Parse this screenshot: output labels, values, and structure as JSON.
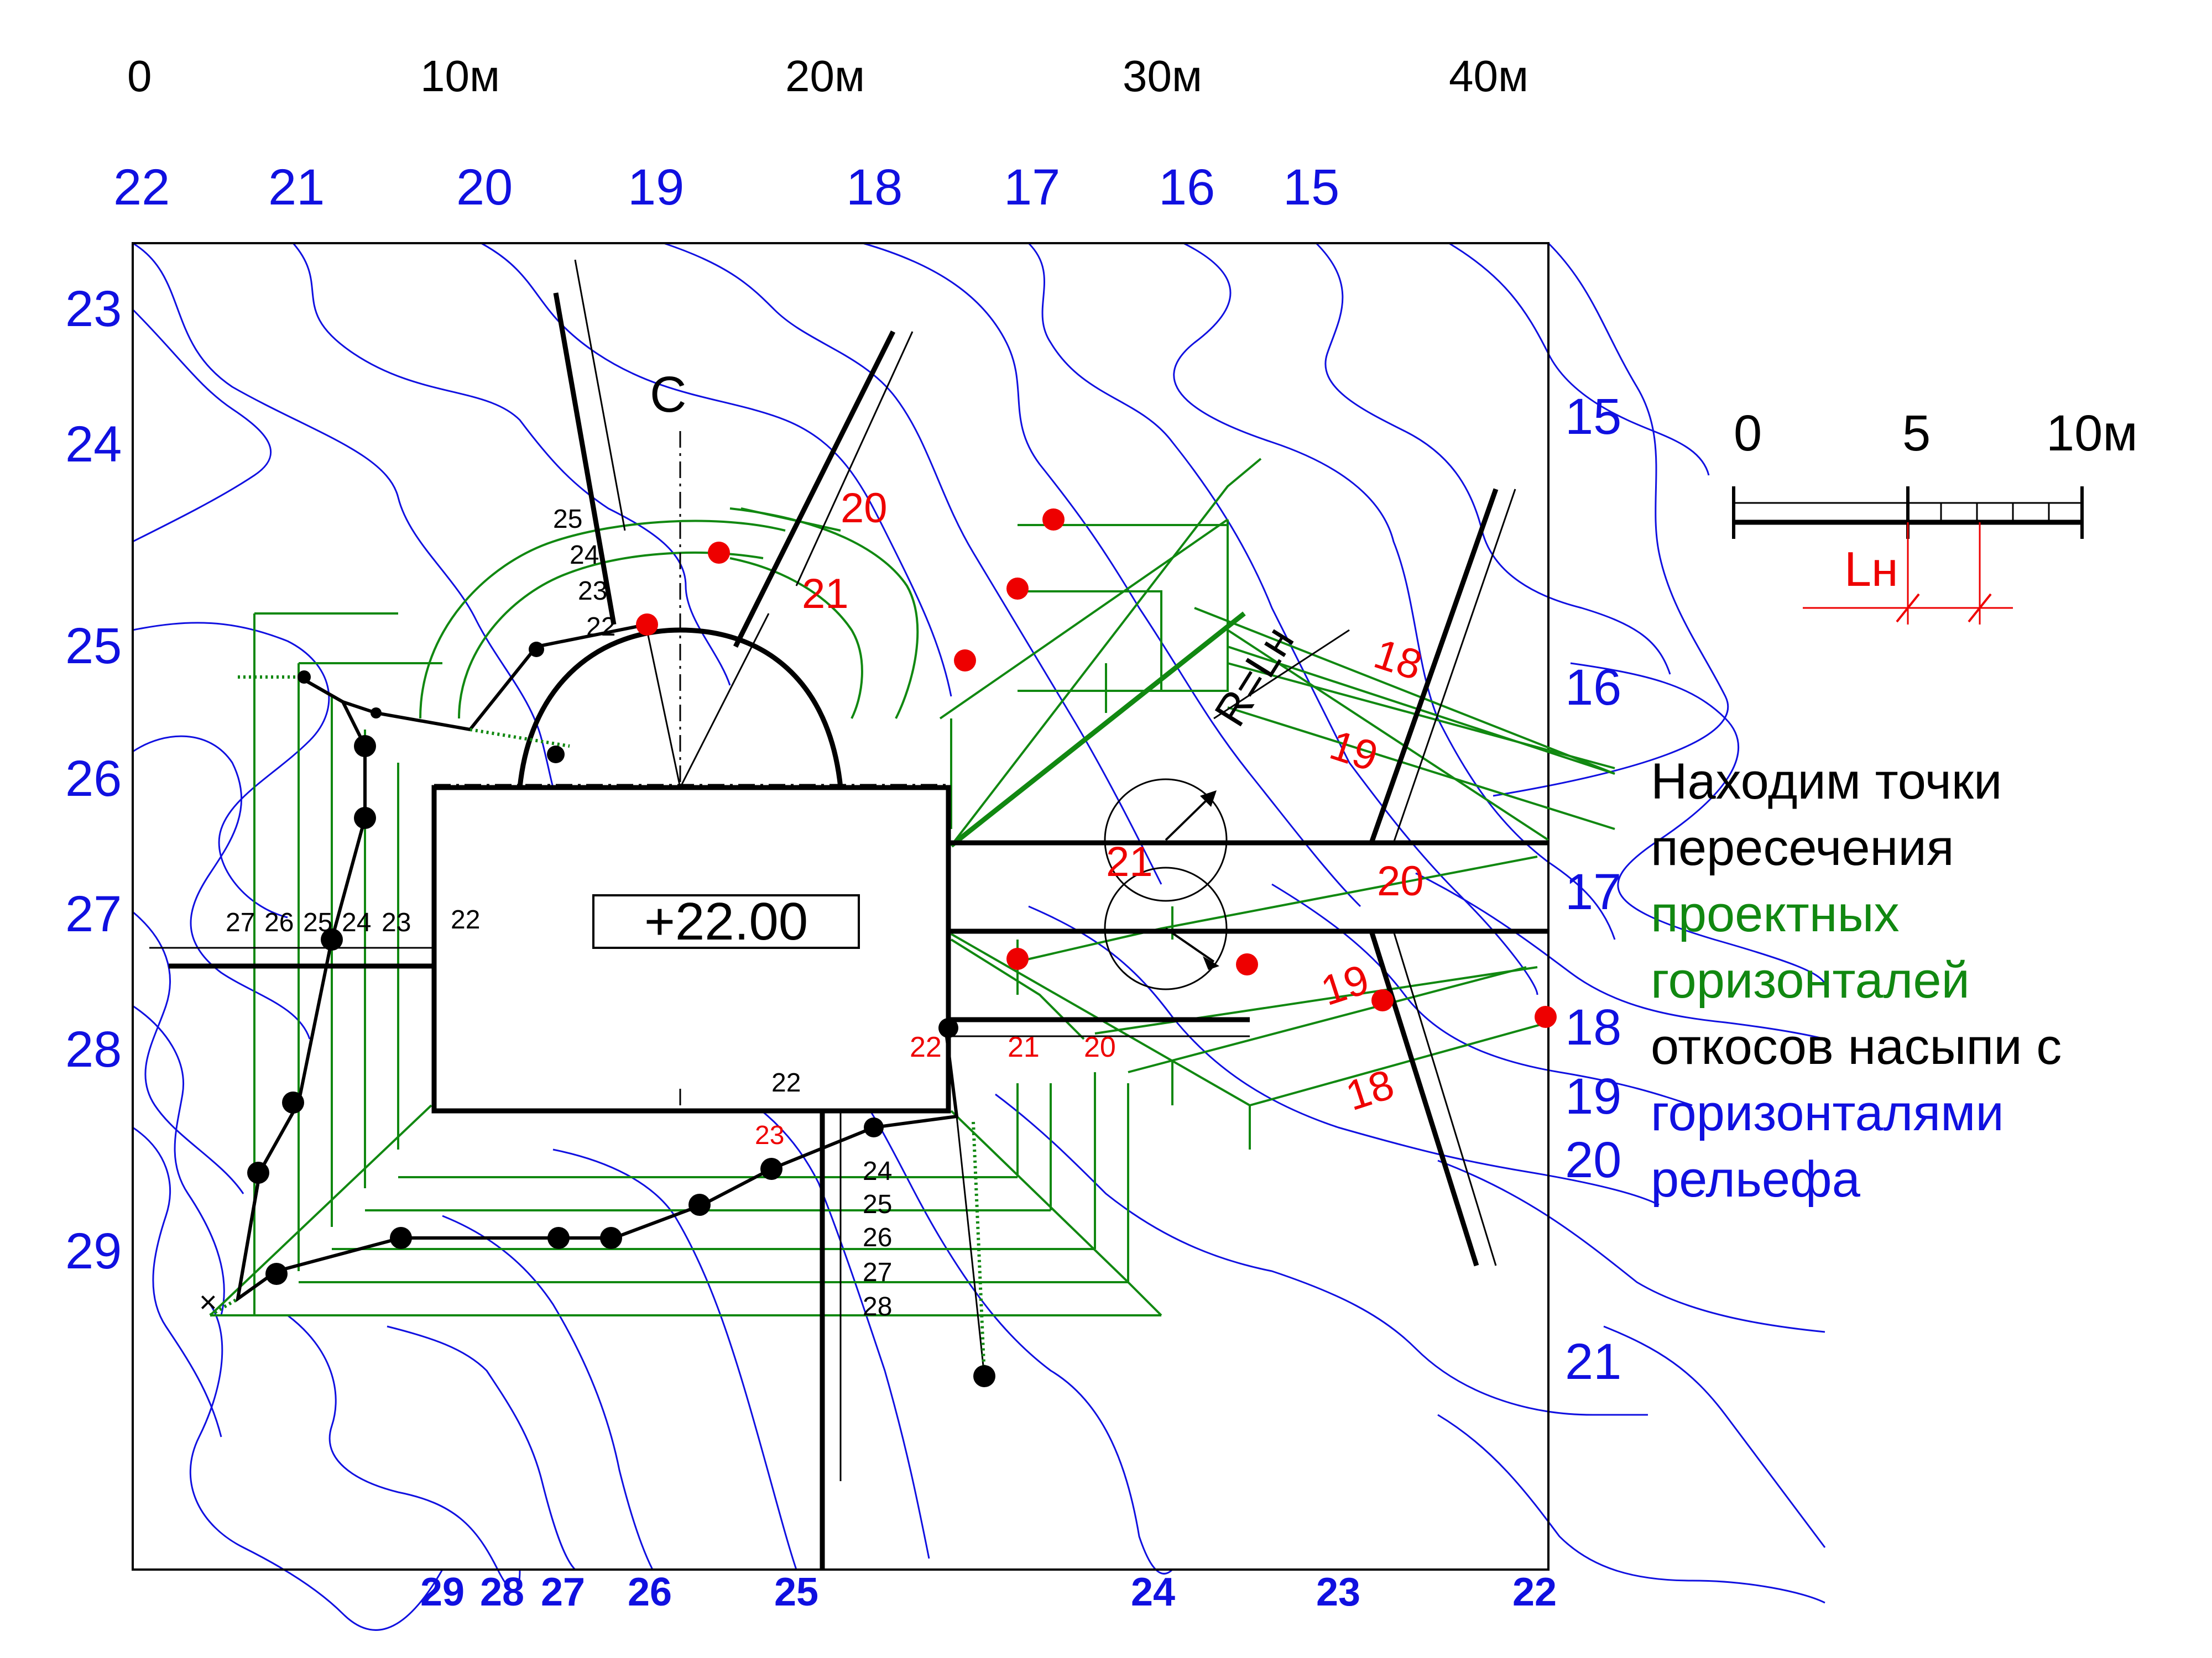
{
  "scale_top": [
    "0",
    "10м",
    "20м",
    "30м",
    "40м"
  ],
  "top_contours": [
    "22",
    "21",
    "20",
    "19",
    "18",
    "17",
    "16",
    "15"
  ],
  "left_contours": [
    "23",
    "24",
    "25",
    "26",
    "27",
    "28",
    "29"
  ],
  "right_contours": [
    "15",
    "16",
    "17",
    "18",
    "19",
    "20",
    "21"
  ],
  "bottom_contours": [
    "29",
    "28",
    "27",
    "26",
    "25",
    "24",
    "23",
    "22"
  ],
  "north_label": "С",
  "platform_elevation": "+22.00",
  "radius_label": "R=Lн",
  "side_scale": {
    "labels": [
      "0",
      "5",
      "10м"
    ],
    "ln_label": "Lн"
  },
  "slope_labels_nw": [
    "25",
    "24",
    "23",
    "22"
  ],
  "slope_labels_west": [
    "27",
    "26",
    "25",
    "24",
    "23",
    "22"
  ],
  "slope_labels_south": [
    "22",
    "24",
    "25",
    "26",
    "27",
    "28"
  ],
  "slope_label_south_red": "23",
  "red_labels_top": [
    "20",
    "21"
  ],
  "red_labels_right": [
    "18",
    "19",
    "20",
    "21",
    "19",
    "18"
  ],
  "red_labels_bottom": [
    "22",
    "21",
    "20"
  ],
  "explanation": {
    "line1": "Находим точки",
    "line2": "пересечения",
    "line3": "проектных",
    "line4": "горизонталей",
    "line5": "откосов насыпи с",
    "line6": "горизонталями",
    "line7": "рельефа"
  },
  "colors": {
    "relief": "#1010e0",
    "design": "#118811",
    "intersections": "#ee0000",
    "structure": "#000000"
  }
}
